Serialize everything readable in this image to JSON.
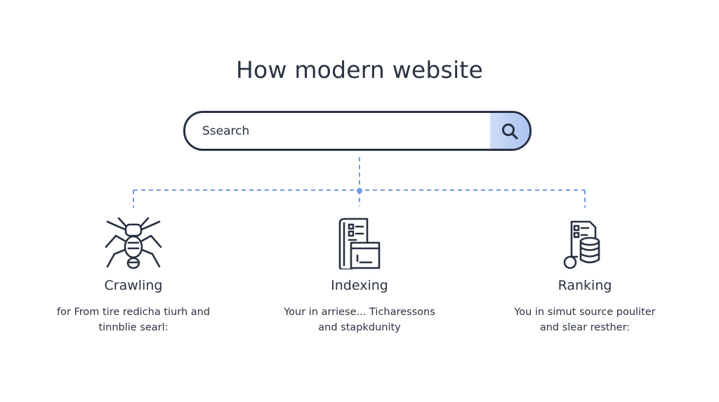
{
  "title": "How modern website",
  "search": {
    "placeholder": "Ssearch"
  },
  "steps": [
    {
      "label": "Crawling",
      "description": "for From tire redicha tiurh and\ntinnblie searl:",
      "icon": "spider-icon"
    },
    {
      "label": "Indexing",
      "description": "Your in arriese... Ticharessons\nand stapkdunity",
      "icon": "index-document-icon"
    },
    {
      "label": "Ranking",
      "description": "You in simut source pouliter\nand slear resther:",
      "icon": "database-document-icon"
    }
  ],
  "colors": {
    "accent": "#6f9ae6",
    "dark": "#283142",
    "search_button": "#a9c3f2"
  }
}
